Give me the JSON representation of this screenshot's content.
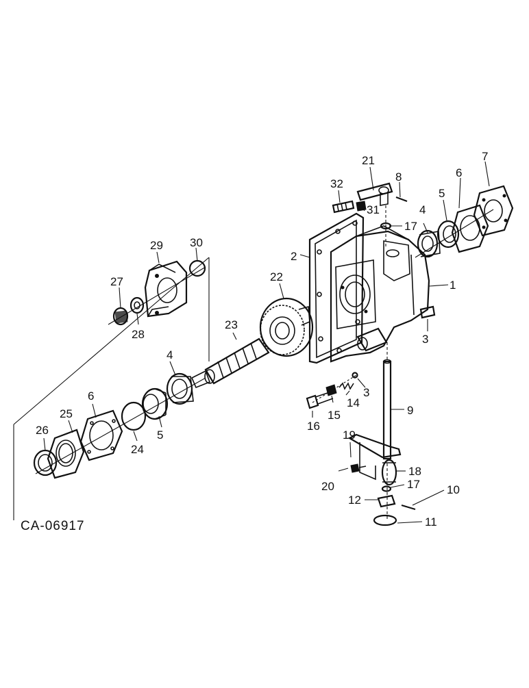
{
  "figure_code": "CA-06917",
  "callouts": {
    "c1": "1",
    "c2": "2",
    "c3a": "3",
    "c3b": "3",
    "c4a": "4",
    "c4b": "4",
    "c5a": "5",
    "c5b": "5",
    "c6a": "6",
    "c6b": "6",
    "c7": "7",
    "c8": "8",
    "c9": "9",
    "c10": "10",
    "c11": "11",
    "c12": "12",
    "c14": "14",
    "c15": "15",
    "c16": "16",
    "c17a": "17",
    "c17b": "17",
    "c18": "18",
    "c19": "19",
    "c20": "20",
    "c21": "21",
    "c22": "22",
    "c23": "23",
    "c24": "24",
    "c25": "25",
    "c26": "26",
    "c27": "27",
    "c28": "28",
    "c29": "29",
    "c30": "30",
    "c31": "31",
    "c32": "32"
  }
}
